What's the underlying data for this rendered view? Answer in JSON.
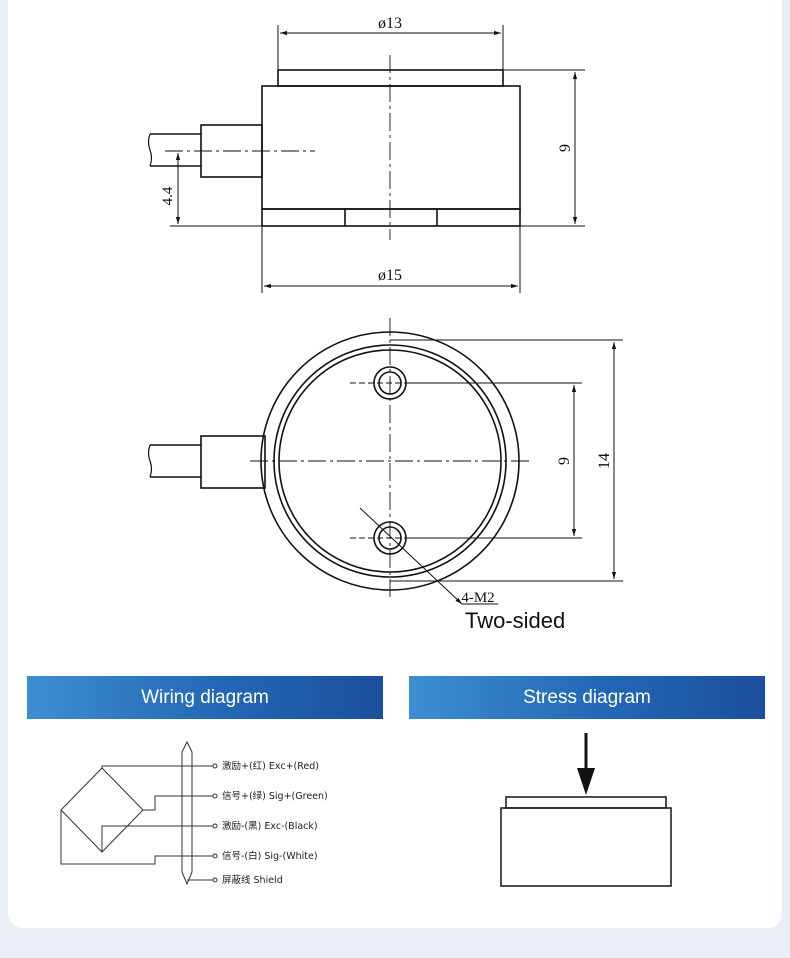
{
  "top_view": {
    "dim_top_diameter": "ø13",
    "dim_bottom_diameter": "ø15",
    "dim_height": "9",
    "dim_cable_height": "4.4"
  },
  "plan_view": {
    "dim_hole_spacing": "9",
    "dim_outer": "14",
    "thread_label": "4-M2",
    "note": "Two-sided"
  },
  "wiring": {
    "title": "Wiring diagram",
    "wires": [
      "激励+(红) Exc+(Red)",
      "信号+(绿) Sig+(Green)",
      "激励-(黑) Exc-(Black)",
      "信号-(白) Sig-(White)",
      "屏蔽线 Shield"
    ]
  },
  "stress": {
    "title": "Stress diagram"
  },
  "colors": {
    "banner_start": "#3d8fd1",
    "banner_end": "#1b4f9c",
    "line": "#111111"
  }
}
